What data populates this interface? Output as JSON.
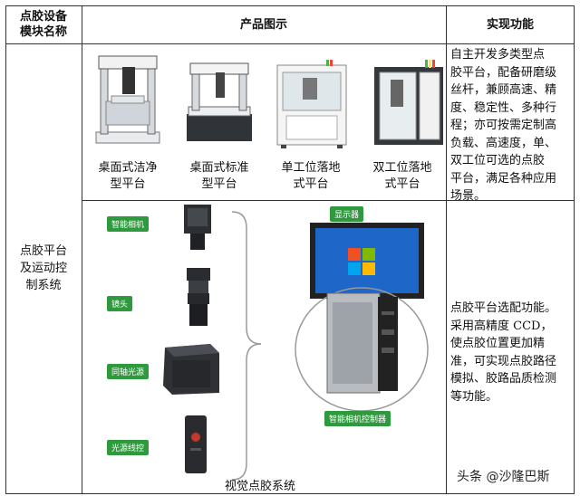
{
  "header": {
    "col1_line1": "点胶设备",
    "col1_line2": "模块名称",
    "col2": "产品图示",
    "col3": "实现功能"
  },
  "module": {
    "line1": "点胶平台",
    "line2": "及运动控",
    "line3": "制系统"
  },
  "products": [
    {
      "line1": "桌面式洁净",
      "line2": "型平台"
    },
    {
      "line1": "桌面式标准",
      "line2": "型平台"
    },
    {
      "line1": "单工位落地",
      "line2": "式平台"
    },
    {
      "line1": "双工位落地",
      "line2": "式平台"
    }
  ],
  "desc1": [
    "自主开发多类型点",
    "胶平台，配备研磨级",
    "丝杆，兼顾高速、精",
    "度、稳定性、多种行",
    "程；亦可按需定制高",
    "负载、高速度，单、",
    "双工位可选的点胶",
    "平台，满足各种应用",
    "场景。"
  ],
  "vision": {
    "tags": {
      "camera": "智能相机",
      "lens": "镜头",
      "light": "同轴光源",
      "controller_light": "光源线控",
      "display": "显示器",
      "controller": "智能相机控制器"
    },
    "caption": "视觉点胶系统"
  },
  "desc2": [
    "点胶平台选配功能。",
    "采用高精度 CCD，",
    "使点胶位置更加精",
    "准，可实现点胶路径",
    "模拟、胶路品质检测",
    "等功能。"
  ],
  "watermark": "头条 @沙隆巴斯",
  "colors": {
    "tag_green": "#2e9a3d",
    "screen_blue": "#1f66c9"
  }
}
